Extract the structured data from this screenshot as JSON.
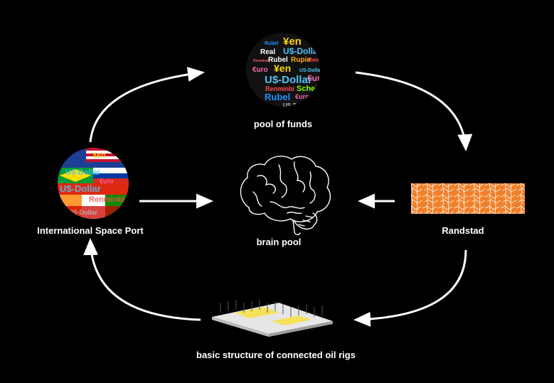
{
  "nodes": {
    "pool_of_funds": {
      "label": "pool of funds"
    },
    "space_port": {
      "label": "International Space Port"
    },
    "brain_pool": {
      "label": "brain pool"
    },
    "randstad": {
      "label": "Randstad"
    },
    "oil_rigs": {
      "label": "basic structure of connected oil rigs"
    }
  },
  "currency_cloud": {
    "words": [
      "Rubel",
      "¥en",
      "Real",
      "U$-Dollar",
      "Renminbi",
      "Rubel",
      "Rupie",
      "Renminbi",
      "€uro",
      "¥en",
      "US-Dollar",
      "U$-Dollar",
      "€uro",
      "Renminbi",
      "Schekel",
      "Rubel",
      "€uro",
      "US-Dollar"
    ],
    "colors": [
      "#1e90ff",
      "#ffd700",
      "#ffffff",
      "#4fc3f7",
      "#ff4d6d",
      "#ffffff",
      "#ffa500",
      "#ff4d4d",
      "#ff69b4",
      "#ffd700",
      "#4fc3f7",
      "#4fc3f7",
      "#ff69b4",
      "#ff4d4d",
      "#7fff00",
      "#1e90ff",
      "#ff69b4",
      "#bbbbbb"
    ]
  },
  "colors": {
    "background": "#000000",
    "arrow": "#ffffff",
    "randstad": "#f0802a",
    "rig_deck": "#e6e6e6",
    "rig_highlight": "#f5e15a"
  }
}
